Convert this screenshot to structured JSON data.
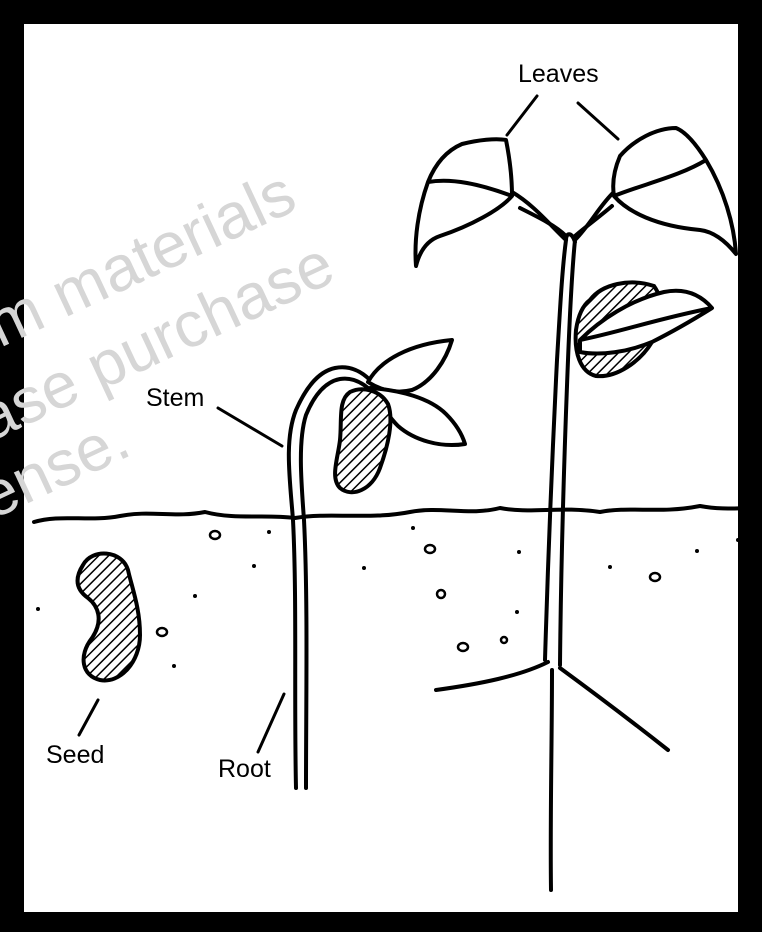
{
  "diagram": {
    "labels": {
      "leaves": "Leaves",
      "stem": "Stem",
      "seed": "Seed",
      "root": "Root"
    },
    "watermark": {
      "line1": "m materials",
      "line2": "ase purchase",
      "line3": "ense."
    },
    "colors": {
      "ink": "#000000",
      "paper": "#ffffff",
      "watermark": "#d6d6d6"
    }
  }
}
